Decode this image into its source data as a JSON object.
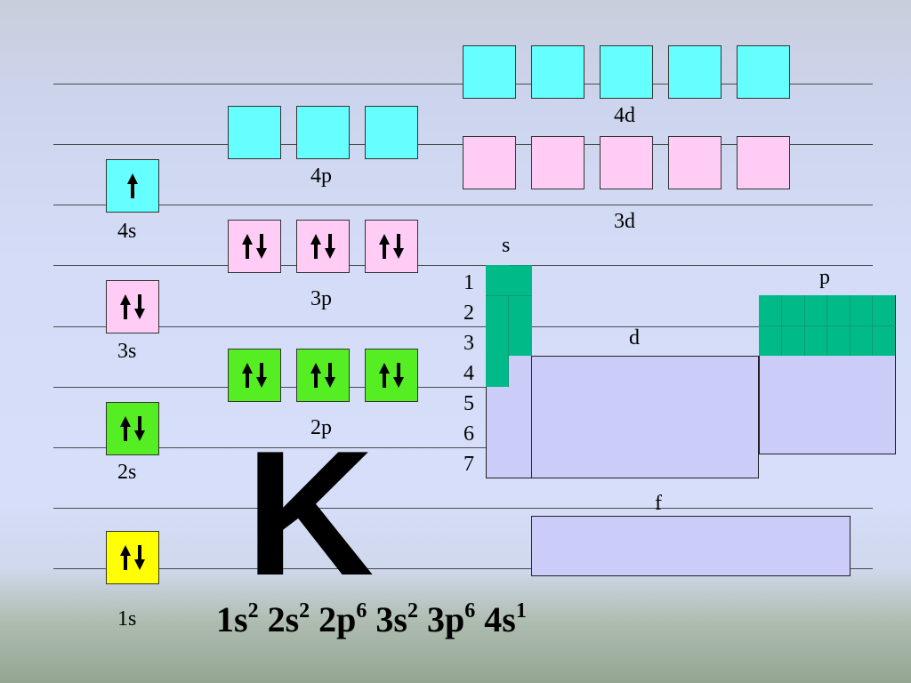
{
  "element": {
    "symbol": "K",
    "configuration": [
      {
        "orbital": "1s",
        "electrons": "2"
      },
      {
        "orbital": "2s",
        "electrons": "2"
      },
      {
        "orbital": "2p",
        "electrons": "6"
      },
      {
        "orbital": "3s",
        "electrons": "2"
      },
      {
        "orbital": "3p",
        "electrons": "6"
      },
      {
        "orbital": "4s",
        "electrons": "1"
      }
    ]
  },
  "orbitals": {
    "s1": {
      "label": "1s",
      "color": "#ffff00",
      "boxes": [
        "pair"
      ]
    },
    "s2": {
      "label": "2s",
      "color": "#55ee22",
      "boxes": [
        "pair"
      ]
    },
    "s3": {
      "label": "3s",
      "color": "#ffccf6",
      "boxes": [
        "pair"
      ]
    },
    "s4": {
      "label": "4s",
      "color": "#66ffff",
      "boxes": [
        "up"
      ]
    },
    "p2": {
      "label": "2p",
      "color": "#55ee22",
      "boxes": [
        "pair",
        "pair",
        "pair"
      ]
    },
    "p3": {
      "label": "3p",
      "color": "#ffccf6",
      "boxes": [
        "pair",
        "pair",
        "pair"
      ]
    },
    "p4": {
      "label": "4p",
      "color": "#66ffff",
      "boxes": [
        "empty",
        "empty",
        "empty"
      ]
    },
    "d3": {
      "label": "3d",
      "color": "#ffccf6",
      "boxes": [
        "empty",
        "empty",
        "empty",
        "empty",
        "empty"
      ]
    },
    "d4": {
      "label": "4d",
      "color": "#66ffff",
      "boxes": [
        "empty",
        "empty",
        "empty",
        "empty",
        "empty"
      ]
    }
  },
  "periodic": {
    "block_labels": {
      "s": "s",
      "p": "p",
      "d": "d",
      "f": "f"
    },
    "period_numbers": [
      "1",
      "2",
      "3",
      "4",
      "5",
      "6",
      "7"
    ],
    "fill_color": "#00bb88",
    "block_color": "#ccccf8"
  }
}
